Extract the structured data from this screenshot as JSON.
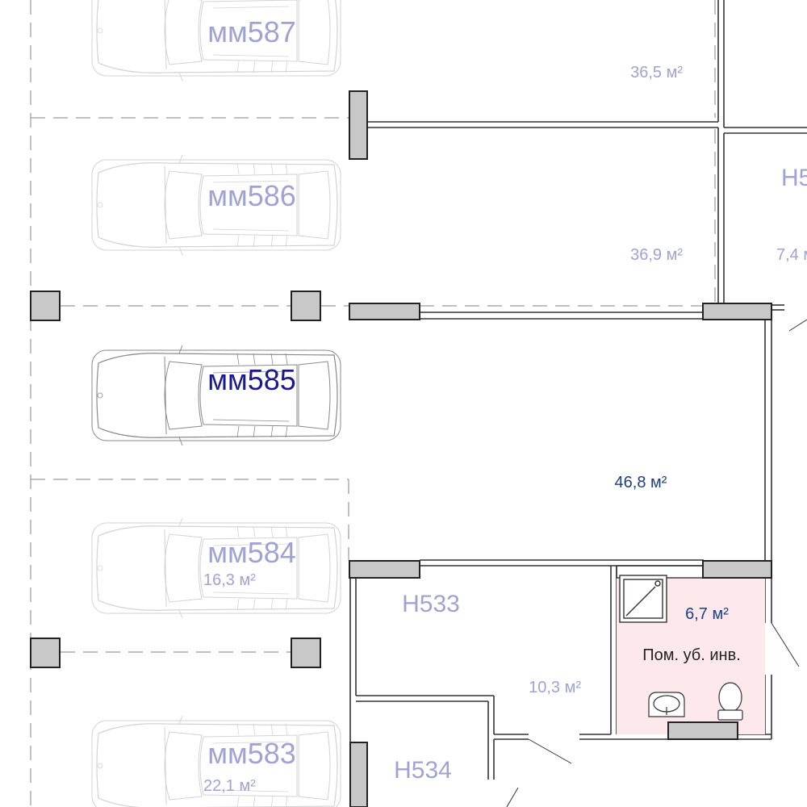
{
  "colors": {
    "wall": "#333333",
    "column_fill": "#c8c8c8",
    "dashed_line": "#9a9a9a",
    "car_faded": "#d3d3d3",
    "car_active": "#8a8a8a",
    "label_faded": "#9fa3d3",
    "label_active": "#1a1a8c",
    "area_active": "#1f3f7a",
    "toilet_fill": "#fde8ec",
    "toilet_text": "#222222",
    "toilet_area": "#1a3f8a"
  },
  "parking": [
    {
      "id": "мм587",
      "area": ""
    },
    {
      "id": "мм586",
      "area": ""
    },
    {
      "id": "мм585",
      "area": "",
      "highlighted": true
    },
    {
      "id": "мм584",
      "area": "16,3 м²"
    },
    {
      "id": "мм583",
      "area": "22,1 м²"
    }
  ],
  "rooms": {
    "storage_top": {
      "area": "36,5 м²"
    },
    "storage_mid": {
      "area": "36,9 м²"
    },
    "storage_right": {
      "label": "Н5",
      "area": "7,4 м"
    },
    "selected_room": {
      "area": "46,8 м²"
    },
    "h533": {
      "label": "Н533",
      "area": "10,3 м²"
    },
    "h534": {
      "label": "Н534"
    },
    "toilet": {
      "area": "6,7 м²",
      "name": "Пом. уб. инв."
    }
  },
  "icons": [
    "car-icon",
    "shower-icon",
    "sink-icon",
    "toilet-icon"
  ]
}
